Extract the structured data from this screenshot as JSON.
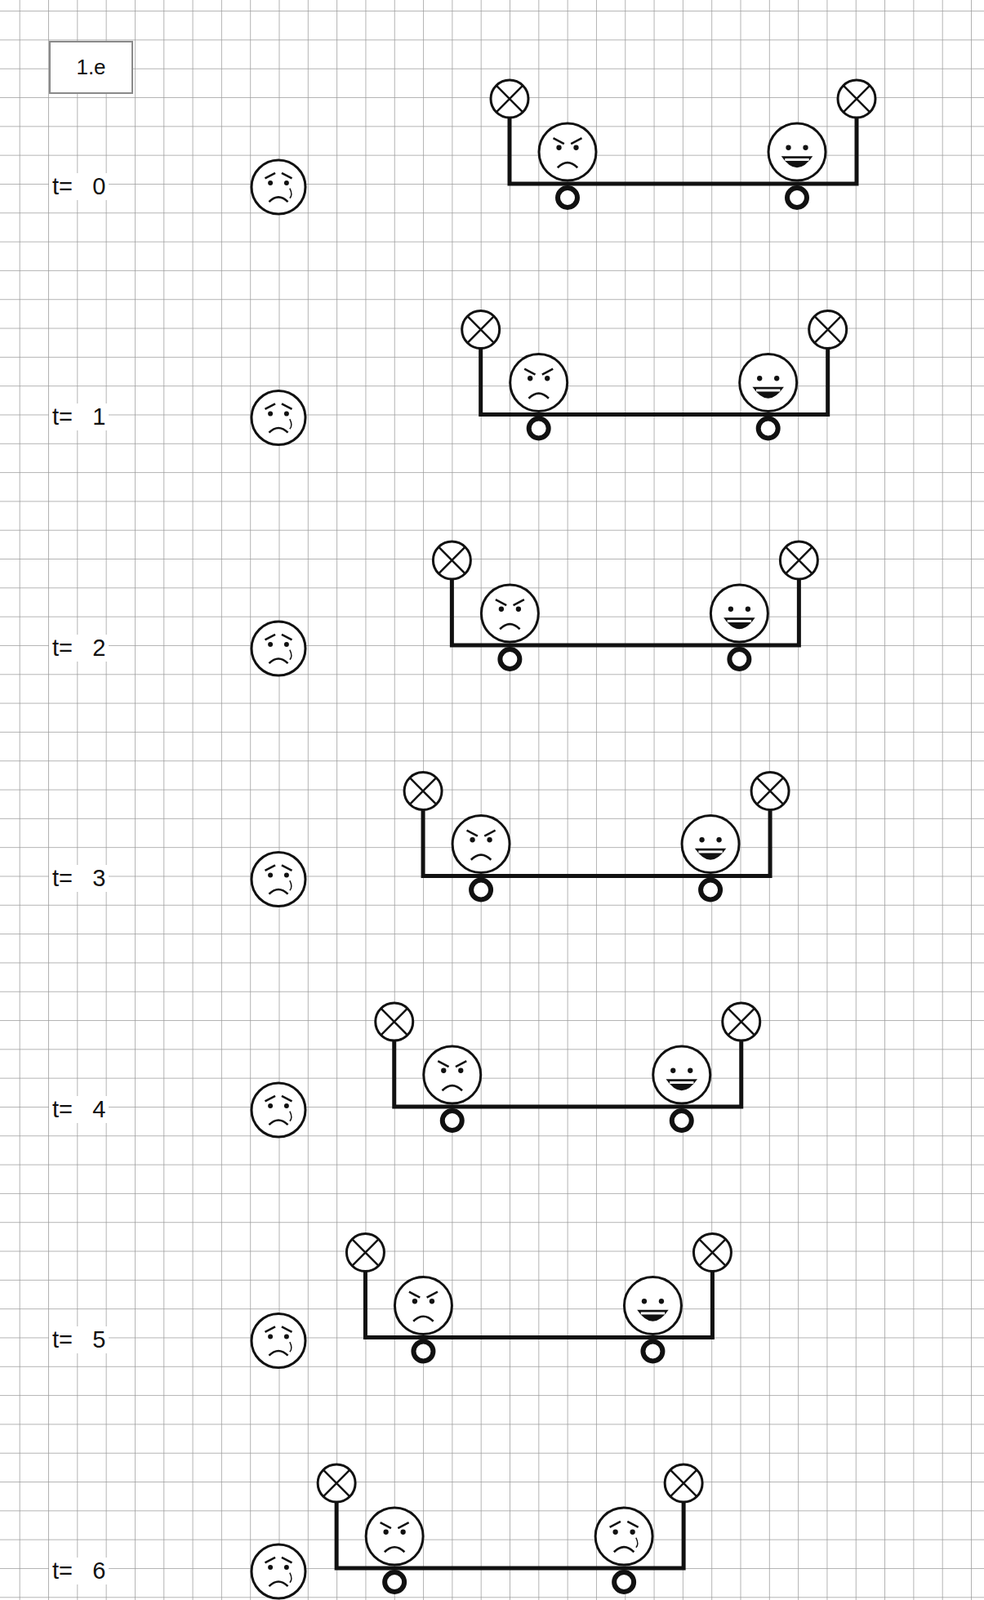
{
  "diagram": {
    "nodes": [
      {
        "text": [
          "1.e"
        ]
      }
    ],
    "labels": [
      "t=   0",
      "t=   1",
      "t=   2",
      "t=   3",
      "t=   4",
      "t=   5",
      "t=   6"
    ]
  }
}
